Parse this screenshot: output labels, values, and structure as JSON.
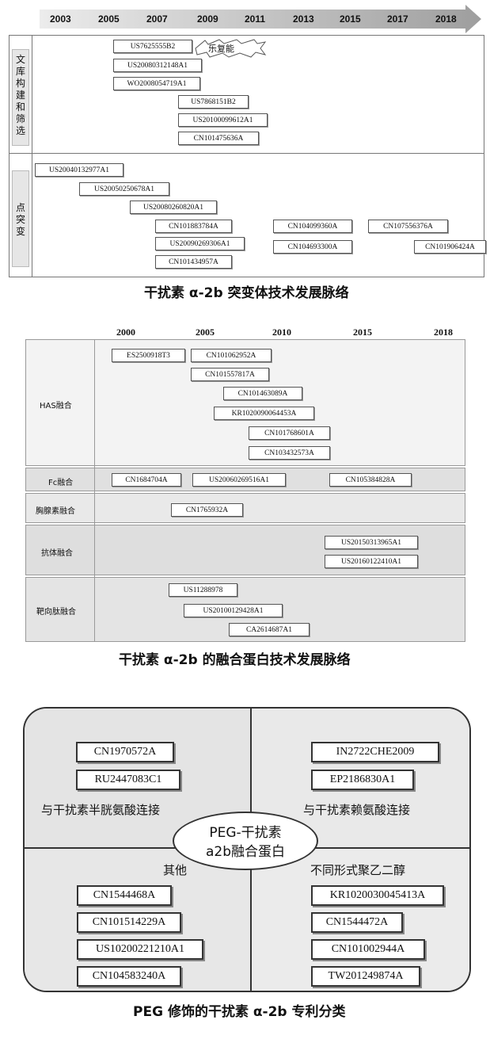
{
  "diagram1": {
    "years": [
      "2003",
      "2005",
      "2007",
      "2009",
      "2011",
      "2013",
      "2015",
      "2017",
      "2018"
    ],
    "section1_label": "文库构建和筛选",
    "section2_label": "点突变",
    "callout": "乐复能",
    "section1_boxes": [
      "US7625555B2",
      "US20080312148A1",
      "WO2008054719A1",
      "US7868151B2",
      "US20100099612A1",
      "CN101475636A"
    ],
    "section2_boxes": [
      "US20040132977A1",
      "US20050250678A1",
      "US20080260820A1",
      "CN101883784A",
      "US20090269306A1",
      "CN101434957A",
      "CN104099360A",
      "CN104693300A",
      "CN107556376A",
      "CN101906424A"
    ],
    "caption": "干扰素 α-2b 突变体技术发展脉络"
  },
  "diagram2": {
    "years": [
      "2000",
      "2005",
      "2010",
      "2015",
      "2018"
    ],
    "rows": [
      {
        "label": "HAS融合",
        "boxes": [
          "ES2500918T3",
          "CN101062952A",
          "CN101557817A",
          "CN101463089A",
          "KR1020090064453A",
          "CN101768601A",
          "CN103432573A"
        ]
      },
      {
        "label": "Fc融合",
        "boxes": [
          "CN1684704A",
          "US20060269516A1",
          "CN105384828A"
        ]
      },
      {
        "label": "胸腺素融合",
        "boxes": [
          "CN1765932A"
        ]
      },
      {
        "label": "抗体融合",
        "boxes": [
          "US20150313965A1",
          "US20160122410A1"
        ]
      },
      {
        "label": "靶向肽融合",
        "boxes": [
          "US11288978",
          "US20100129428A1",
          "CA2614687A1"
        ]
      }
    ],
    "caption": "干扰素 α-2b 的融合蛋白技术发展脉络"
  },
  "diagram3": {
    "center_line1": "PEG-干扰素",
    "center_line2": "a2b融合蛋白",
    "quadrants": [
      {
        "label": "与干扰素半胱氨酸连接",
        "boxes": [
          "CN1970572A",
          "RU2447083C1"
        ]
      },
      {
        "label": "与干扰素赖氨酸连接",
        "boxes": [
          "IN2722CHE2009",
          "EP2186830A1"
        ]
      },
      {
        "label": "其他",
        "boxes": [
          "CN1544468A",
          "CN101514229A",
          "US10200221210A1",
          "CN104583240A"
        ]
      },
      {
        "label": "不同形式聚乙二醇",
        "boxes": [
          "KR1020030045413A",
          "CN1544472A",
          "CN101002944A",
          "TW201249874A"
        ]
      }
    ],
    "caption": "PEG 修饰的干扰素 α-2b 专利分类"
  }
}
